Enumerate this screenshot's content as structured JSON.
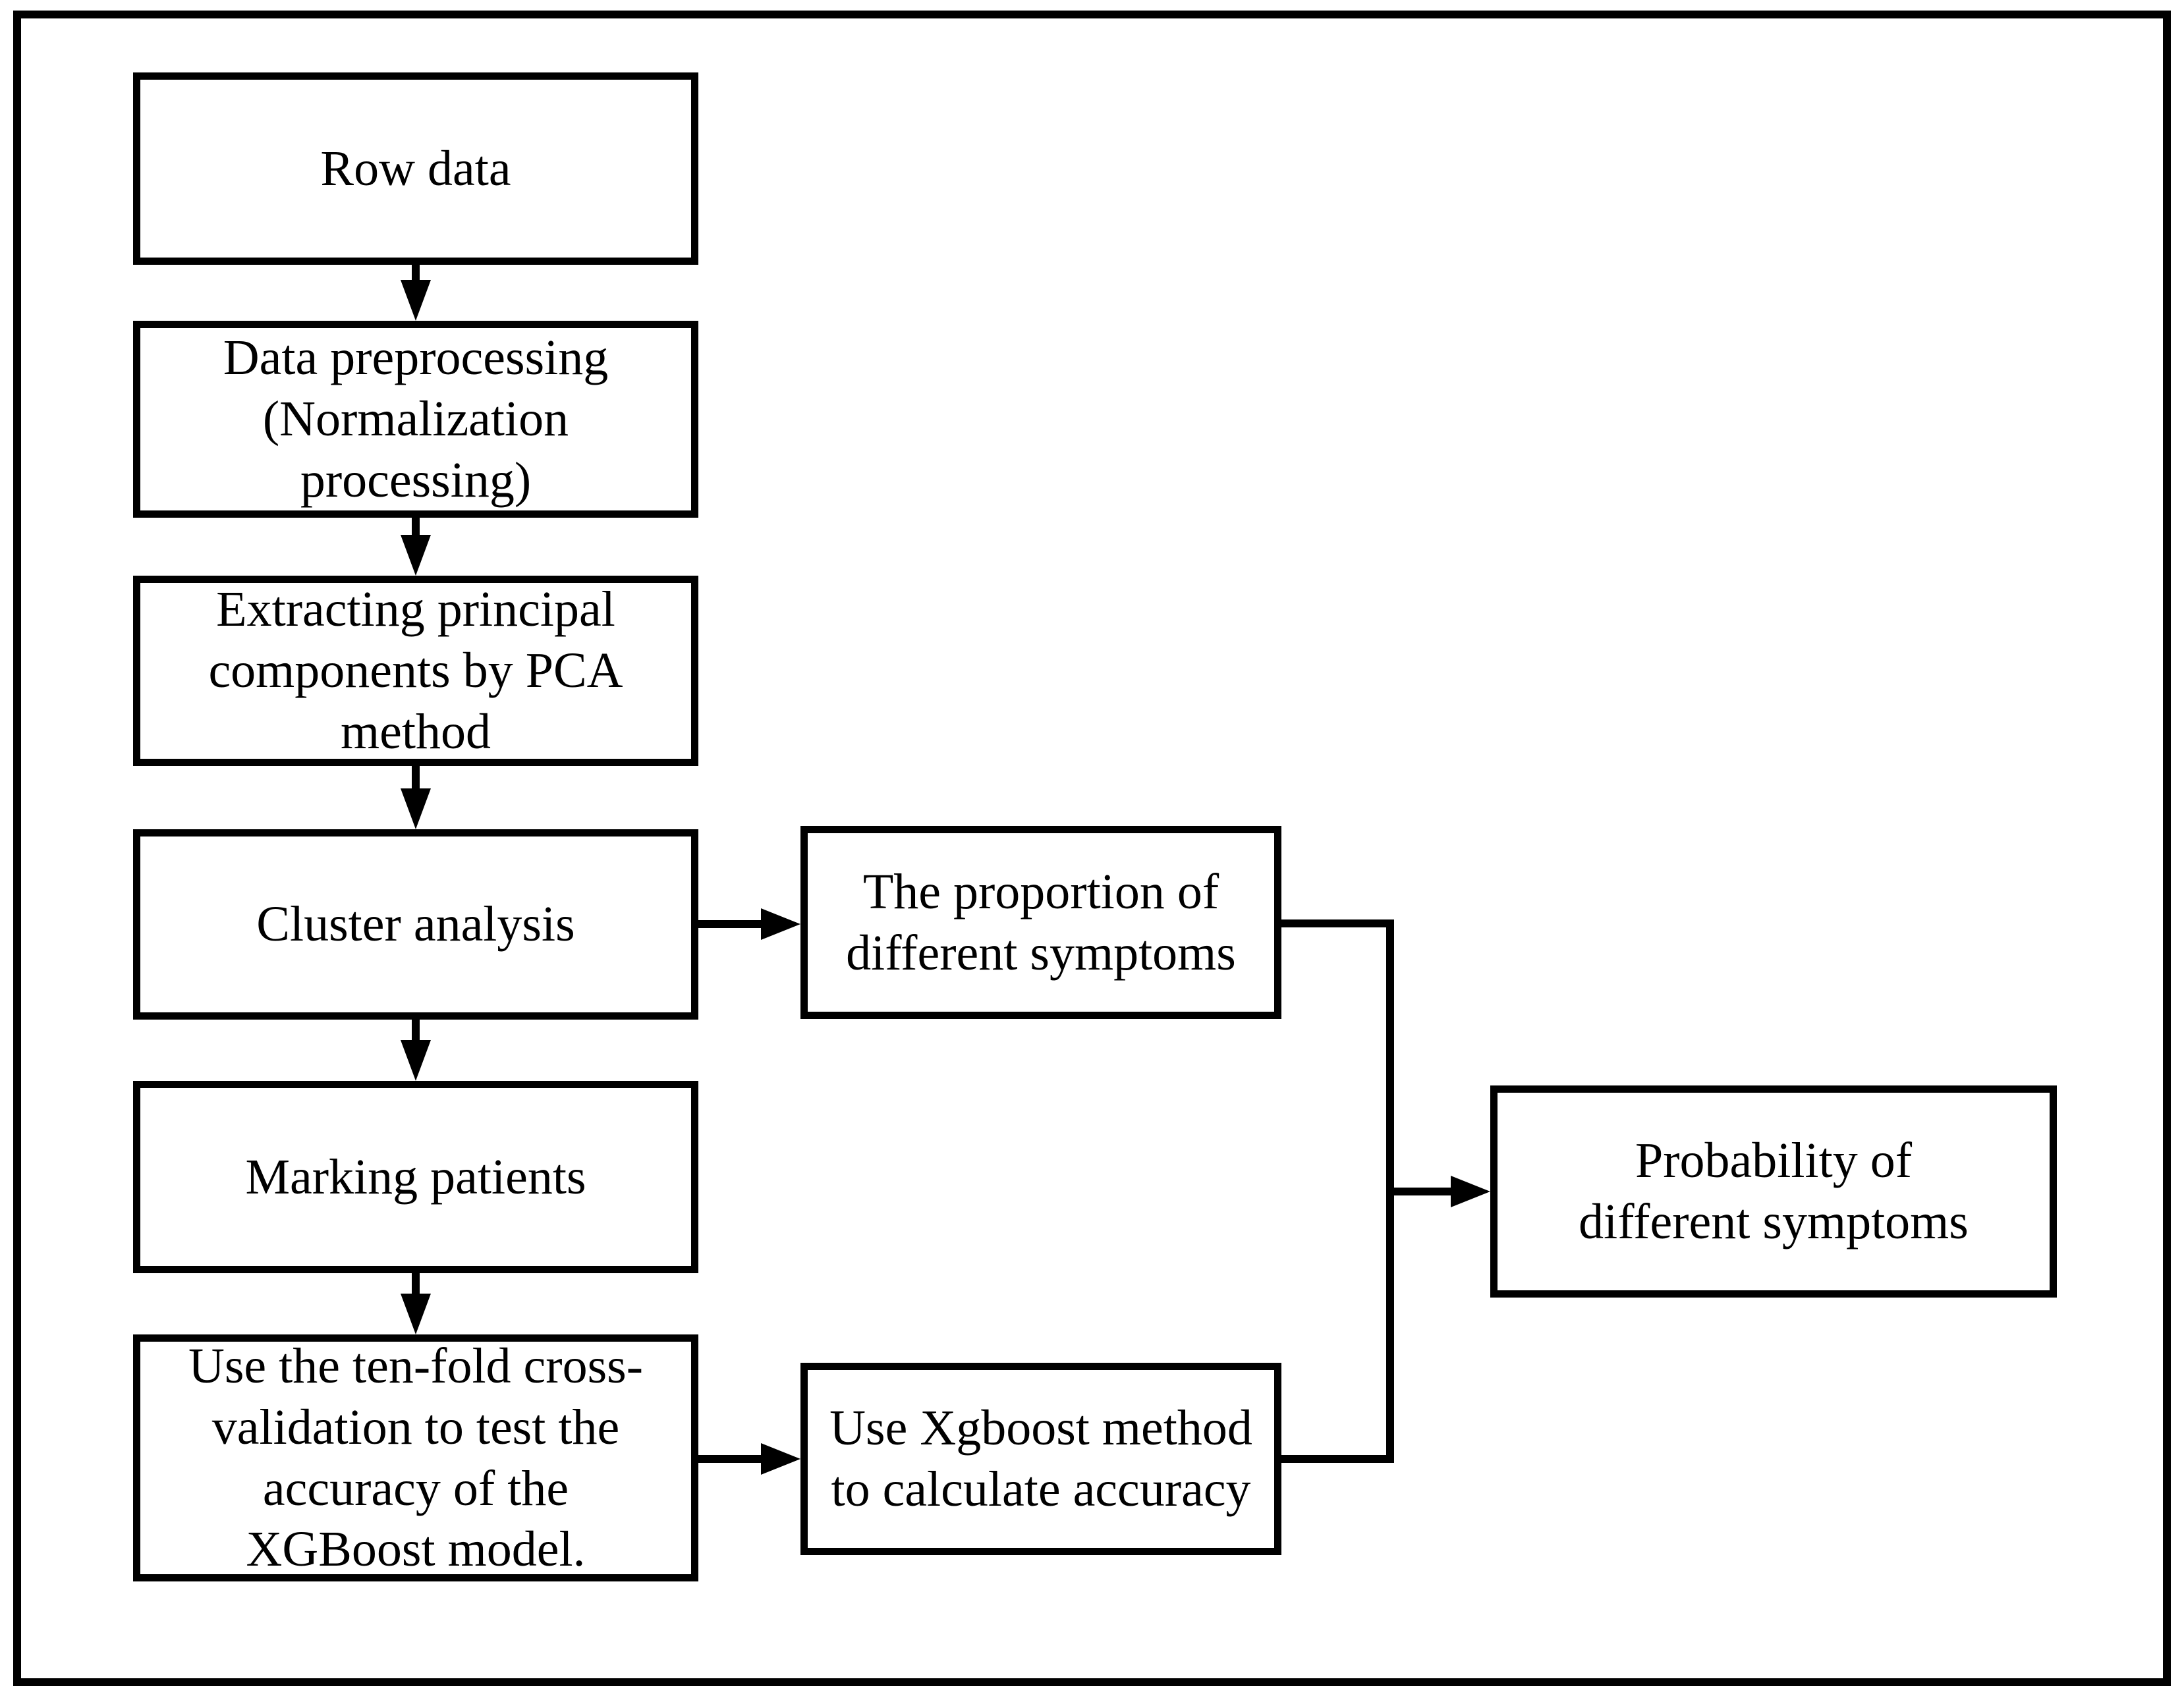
{
  "diagram": {
    "type": "flowchart",
    "background_color": "#ffffff",
    "line_color": "#000000",
    "nodes": {
      "row_data": {
        "label": "Row data"
      },
      "data_preprocessing": {
        "label": "Data preprocessing\n(Normalization\nprocessing)"
      },
      "pca_extraction": {
        "label": "Extracting principal\ncomponents by PCA\nmethod"
      },
      "cluster_analysis": {
        "label": "Cluster analysis"
      },
      "marking_patients": {
        "label": "Marking patients"
      },
      "tenfold_validation": {
        "label": "Use the ten-fold cross-\nvalidation to test the\naccuracy of the\nXGBoost model."
      },
      "symptom_proportion": {
        "label": "The proportion of\ndifferent symptoms"
      },
      "xgboost_accuracy": {
        "label": "Use Xgboost method\nto calculate accuracy"
      },
      "symptom_probability": {
        "label": "Probability of\ndifferent symptoms"
      }
    },
    "edges": [
      {
        "from": "row_data",
        "to": "data_preprocessing"
      },
      {
        "from": "data_preprocessing",
        "to": "pca_extraction"
      },
      {
        "from": "pca_extraction",
        "to": "cluster_analysis"
      },
      {
        "from": "cluster_analysis",
        "to": "marking_patients"
      },
      {
        "from": "marking_patients",
        "to": "tenfold_validation"
      },
      {
        "from": "cluster_analysis",
        "to": "symptom_proportion"
      },
      {
        "from": "tenfold_validation",
        "to": "xgboost_accuracy"
      },
      {
        "from": "symptom_proportion",
        "to": "symptom_probability"
      },
      {
        "from": "xgboost_accuracy",
        "to": "symptom_probability"
      }
    ]
  }
}
